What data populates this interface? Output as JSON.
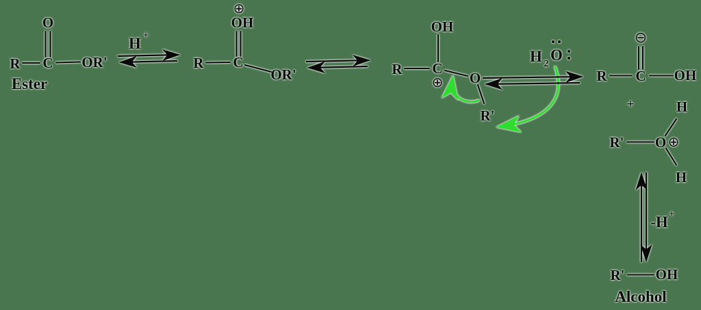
{
  "colors": {
    "background": "#49764e",
    "ink": "#0a0a0a",
    "curved_arrow_green": "#2fdd2f",
    "halo": "#ffffff"
  },
  "labels": {
    "ester": "Ester",
    "alcohol": "Alcohol"
  },
  "reagents": {
    "h_plus": {
      "base": "H",
      "sup": "+"
    },
    "h2o": {
      "h": "H",
      "sub": "2",
      "o": "O"
    },
    "minus_h_plus": {
      "base": "-H",
      "sup": "+"
    }
  },
  "symbols": {
    "plus_charge": "⊕",
    "minus_charge": "⊖",
    "plus": "+"
  },
  "molecules": {
    "ester": {
      "r": "R",
      "c": "C",
      "o_top": "O",
      "or_prime": "OR'"
    },
    "protonated_ester": {
      "charge": "⊕",
      "oh": "OH",
      "c": "C",
      "r": "R",
      "or_prime": "OR'"
    },
    "oxocarbenium": {
      "oh": "OH",
      "r": "R",
      "c": "C",
      "charge": "⊕",
      "o": "O",
      "r_prime": "R'"
    },
    "carboxylic_acid": {
      "o_top": "⊖",
      "r": "R",
      "c": "C",
      "oh": "OH"
    },
    "protonated_alcohol": {
      "r_prime": "R'",
      "o": "O",
      "charge": "⊕",
      "h_top": "H",
      "h_bottom": "H"
    },
    "alcohol": {
      "r_prime": "R'",
      "oh": "OH"
    }
  }
}
